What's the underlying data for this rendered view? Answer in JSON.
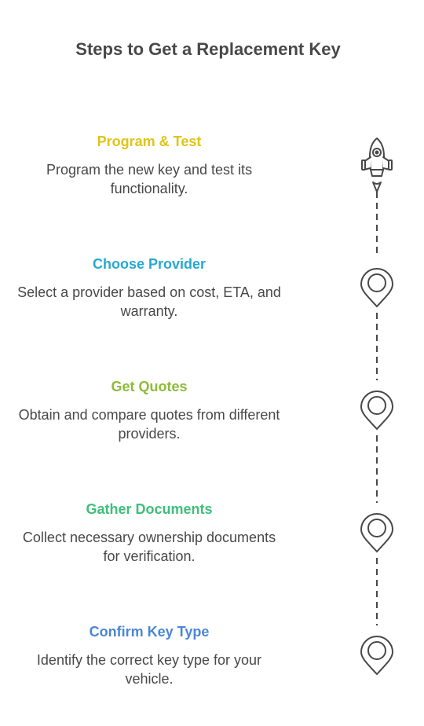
{
  "title": "Steps to Get a Replacement Key",
  "steps": [
    {
      "title": "Program & Test",
      "description": "Program the new key and test its functionality.",
      "color": "#e0c41a",
      "icon": "rocket-icon"
    },
    {
      "title": "Choose Provider",
      "description": "Select a provider based on cost, ETA, and warranty.",
      "color": "#27a9d1",
      "icon": "location-pin-icon"
    },
    {
      "title": "Get Quotes",
      "description": "Obtain and compare quotes from different providers.",
      "color": "#8fbb3a",
      "icon": "location-pin-icon"
    },
    {
      "title": "Gather Documents",
      "description": "Collect necessary ownership documents for verification.",
      "color": "#3fbf7a",
      "icon": "location-pin-icon"
    },
    {
      "title": "Confirm Key Type",
      "description": "Identify the correct key type for your vehicle.",
      "color": "#4a86d8",
      "icon": "location-pin-icon"
    }
  ]
}
